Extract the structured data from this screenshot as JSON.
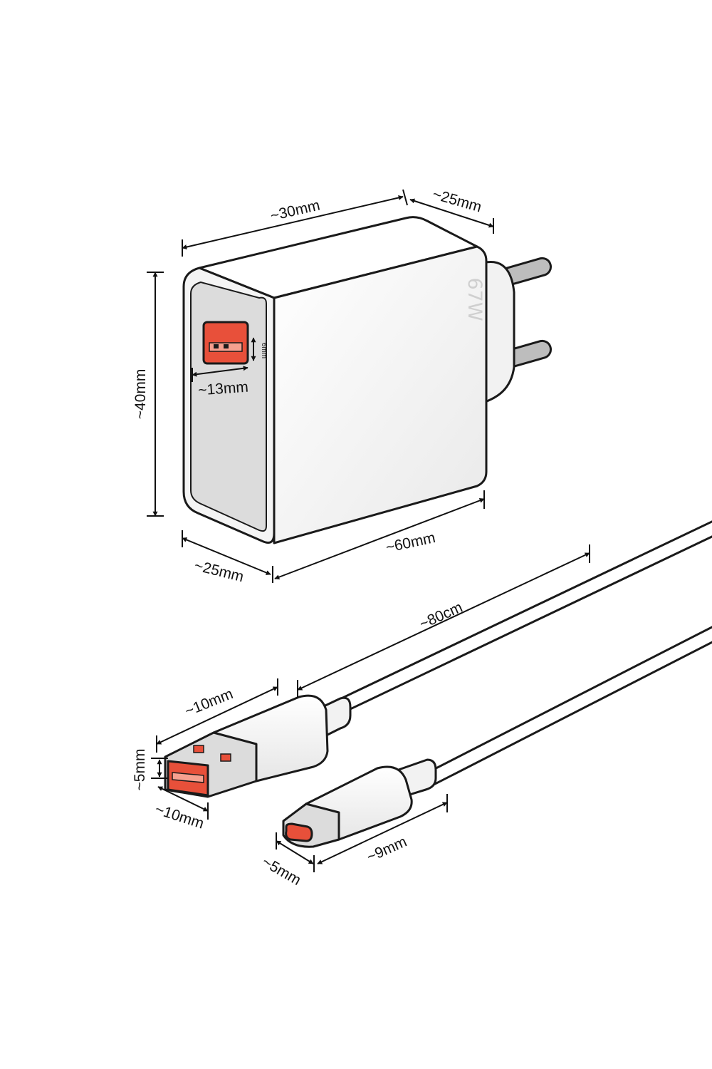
{
  "charger": {
    "brand_label": "67W",
    "colors": {
      "body": "#ffffff",
      "side": "#eeeeee",
      "front_face": "#dcdcdc",
      "port": "#e8503a",
      "prong": "#bdbdbd",
      "outline": "#1a1a1a"
    }
  },
  "dimensions": {
    "charger_depth_top": "~30mm",
    "charger_top_right": "~25mm",
    "charger_height": "~40mm",
    "charger_length": "~60mm",
    "charger_depth_bottom": "~25mm",
    "port_width": "~13mm",
    "port_height": "6mm",
    "cable_length": "~80cm",
    "usba_length": "~10mm",
    "usba_height": "~5mm",
    "usba_width": "~10mm",
    "usbc_length": "~9mm",
    "usbc_width": "~5mm"
  },
  "icons": [
    "arrow-head-icon",
    "dimension-tick-icon"
  ]
}
